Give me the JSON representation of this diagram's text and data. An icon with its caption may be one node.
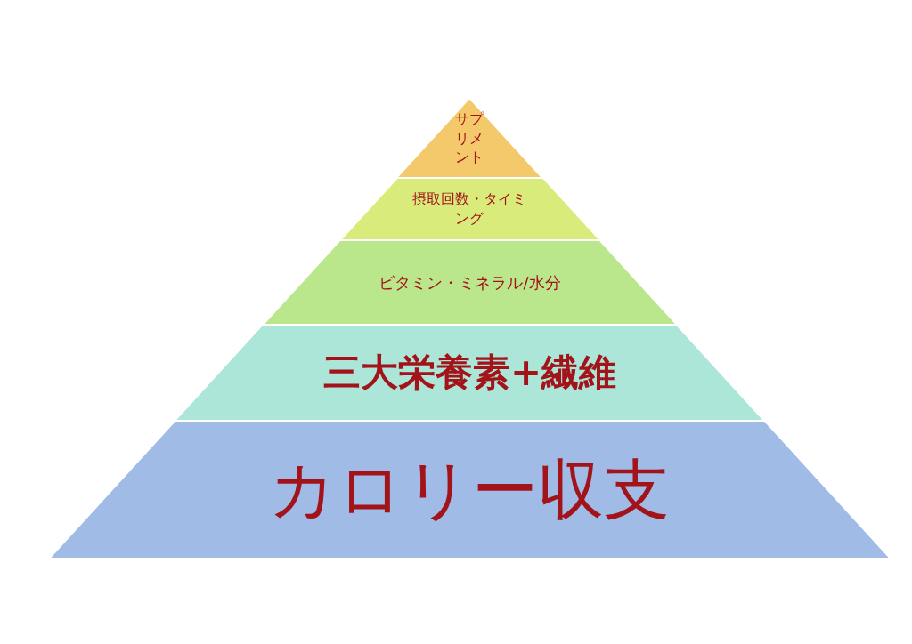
{
  "diagram": {
    "nodes": [
      {
        "text": [
          "サプリメント"
        ]
      },
      {
        "text": [
          "摂取回数・タイミング"
        ]
      },
      {
        "text": [
          "ビタミン・ミネラル/水分"
        ]
      },
      {
        "text": [
          "三大栄養素+繊維"
        ]
      },
      {
        "text": [
          "カロリー収支"
        ]
      }
    ]
  }
}
